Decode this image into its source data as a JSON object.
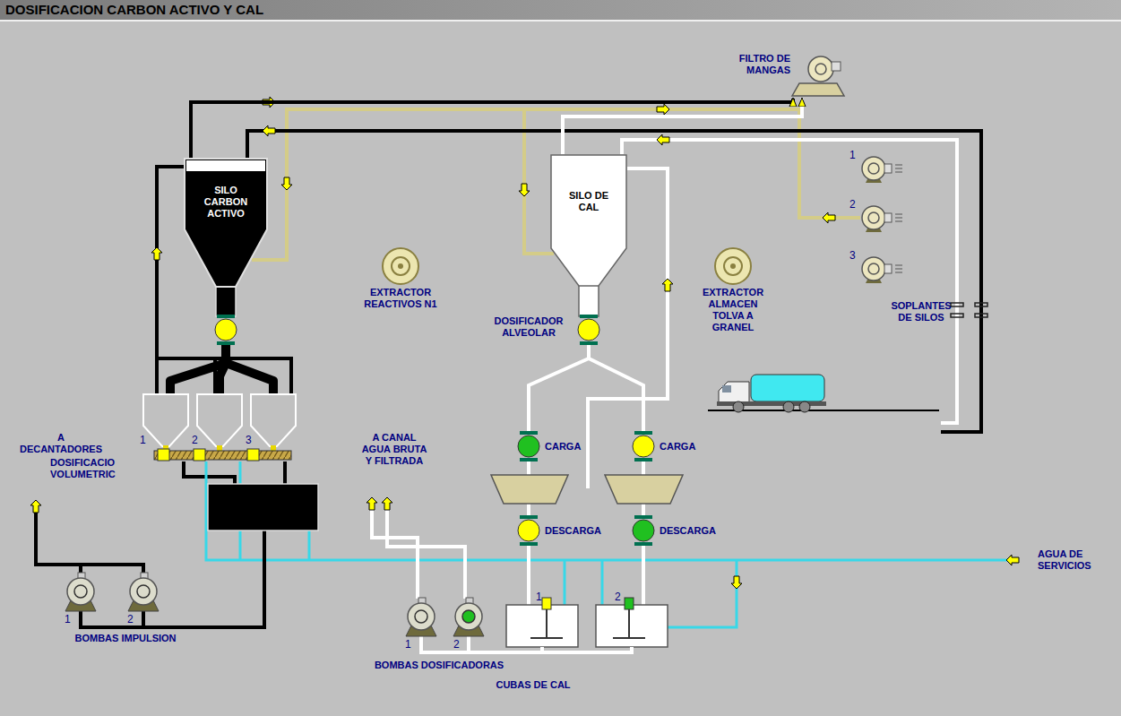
{
  "diagram": {
    "title": "DOSIFICACION CARBON ACTIVO Y CAL",
    "nodes": [
      {
        "text": [
          "SILO CARBON ACTIVO"
        ]
      },
      {
        "text": [
          "SILO DE CAL"
        ]
      },
      {
        "text": [
          "FILTRO DE MANGAS"
        ]
      }
    ],
    "edges": [
      {
        "from": 0,
        "to": 2,
        "arrow": "to"
      },
      {
        "from": 1,
        "to": 2,
        "arrow": "to"
      }
    ],
    "labels": [
      "EXTRACTOR REACTIVOS N1",
      "EXTRACTOR ALMACEN TOLVA A GRANEL",
      "1",
      "2",
      "3",
      "SOPLANTES DE SILOS",
      "DOSIFICADOR ALVEOLAR",
      "CARGA",
      "CARGA",
      "DESCARGA",
      "DESCARGA",
      "A DECANTADORES",
      "A CANAL AGUA BRUTA Y FILTRADA",
      "DOSIFICACIO VOLUMETRIC",
      "1",
      "2",
      "3",
      "AGUA DE SERVICIOS",
      "1",
      "2",
      "BOMBAS IMPULSION",
      "1",
      "2",
      "BOMBAS DOSIFICADORAS",
      "CUBAS DE CAL",
      "1",
      "2"
    ]
  }
}
